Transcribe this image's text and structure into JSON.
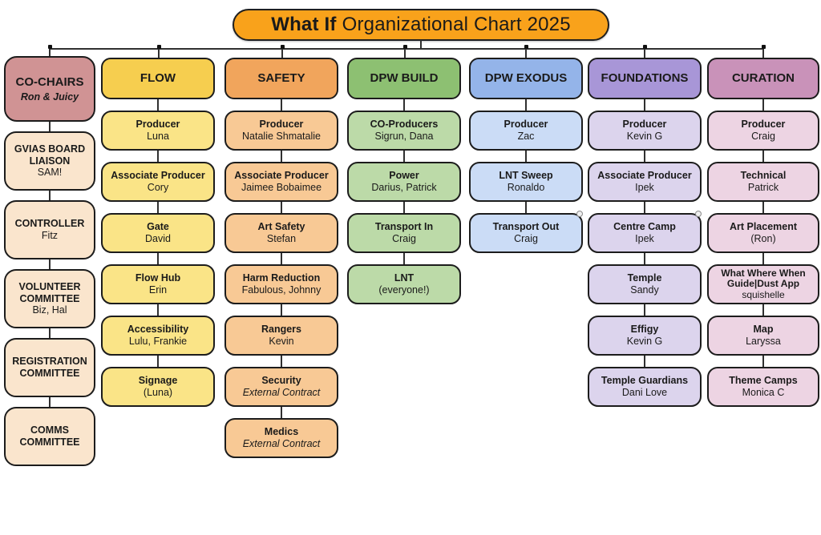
{
  "title": {
    "bold": "What If",
    "rest": "Organizational Chart 2025",
    "fill": "#F9A21B"
  },
  "columns": [
    {
      "name": "CO-CHAIRS",
      "header": "CO-CHAIRS",
      "subtitle": "Ron & Juicy",
      "colors": {
        "header": "#D09394",
        "body": "#FAE5CD"
      },
      "boxes": [
        {
          "title": "GVIAS BOARD LIAISON",
          "name": "SAM!"
        },
        {
          "title": "CONTROLLER",
          "name": "Fitz"
        },
        {
          "title": "VOLUNTEER COMMITTEE",
          "name": "Biz, Hal"
        },
        {
          "title": "REGISTRATION COMMITTEE",
          "name": ""
        },
        {
          "title": "COMMS COMMITTEE",
          "name": ""
        }
      ]
    },
    {
      "name": "FLOW",
      "header": "FLOW",
      "colors": {
        "header": "#F6CE4F",
        "body": "#FAE487"
      },
      "boxes": [
        {
          "title": "Producer",
          "name": "Luna"
        },
        {
          "title": "Associate Producer",
          "name": "Cory"
        },
        {
          "title": "Gate",
          "name": "David"
        },
        {
          "title": "Flow Hub",
          "name": "Erin"
        },
        {
          "title": "Accessibility",
          "name": "Lulu, Frankie"
        },
        {
          "title": "Signage",
          "name": "(Luna)"
        }
      ]
    },
    {
      "name": "SAFETY",
      "header": "SAFETY",
      "colors": {
        "header": "#F1A55C",
        "body": "#F8C995"
      },
      "boxes": [
        {
          "title": "Producer",
          "name": "Natalie Shmatalie"
        },
        {
          "title": "Associate Producer",
          "name": "Jaimee Bobaimee"
        },
        {
          "title": "Art Safety",
          "name": "Stefan"
        },
        {
          "title": "Harm Reduction",
          "name": "Fabulous, Johnny"
        },
        {
          "title": "Rangers",
          "name": "Kevin"
        },
        {
          "title": "Security",
          "name": "External Contract"
        },
        {
          "title": "Medics",
          "name": "External Contract"
        }
      ]
    },
    {
      "name": "DPW BUILD",
      "header": "DPW BUILD",
      "colors": {
        "header": "#8DC072",
        "body": "#BCDAA8"
      },
      "boxes": [
        {
          "title": "CO-Producers",
          "name": "Sigrun, Dana"
        },
        {
          "title": "Power",
          "name": "Darius, Patrick"
        },
        {
          "title": "Transport In",
          "name": "Craig"
        },
        {
          "title": "LNT",
          "name": "(everyone!)"
        }
      ]
    },
    {
      "name": "DPW EXODUS",
      "header": "DPW EXODUS",
      "colors": {
        "header": "#94B4E9",
        "body": "#CBDCF6"
      },
      "boxes": [
        {
          "title": "Producer",
          "name": "Zac"
        },
        {
          "title": "LNT Sweep",
          "name": "Ronaldo"
        },
        {
          "title": "Transport Out",
          "name": "Craig"
        }
      ]
    },
    {
      "name": "FOUNDATIONS",
      "header": "FOUNDATIONS",
      "colors": {
        "header": "#A896D7",
        "body": "#DCD4ED"
      },
      "boxes": [
        {
          "title": "Producer",
          "name": "Kevin G"
        },
        {
          "title": "Associate Producer",
          "name": "Ipek"
        },
        {
          "title": "Centre Camp",
          "name": "Ipek"
        },
        {
          "title": "Temple",
          "name": "Sandy"
        },
        {
          "title": "Effigy",
          "name": "Kevin G"
        },
        {
          "title": "Temple Guardians",
          "name": "Dani Love"
        }
      ]
    },
    {
      "name": "CURATION",
      "header": "CURATION",
      "colors": {
        "header": "#C992B9",
        "body": "#EDD4E3"
      },
      "boxes": [
        {
          "title": "Producer",
          "name": "Craig"
        },
        {
          "title": "Technical",
          "name": "Patrick"
        },
        {
          "title": "Art Placement",
          "name": "(Ron)"
        },
        {
          "title": "What Where When Guide|Dust App",
          "name": "squishelle"
        },
        {
          "title": "Map",
          "name": "Laryssa"
        },
        {
          "title": "Theme Camps",
          "name": "Monica C"
        }
      ]
    }
  ]
}
